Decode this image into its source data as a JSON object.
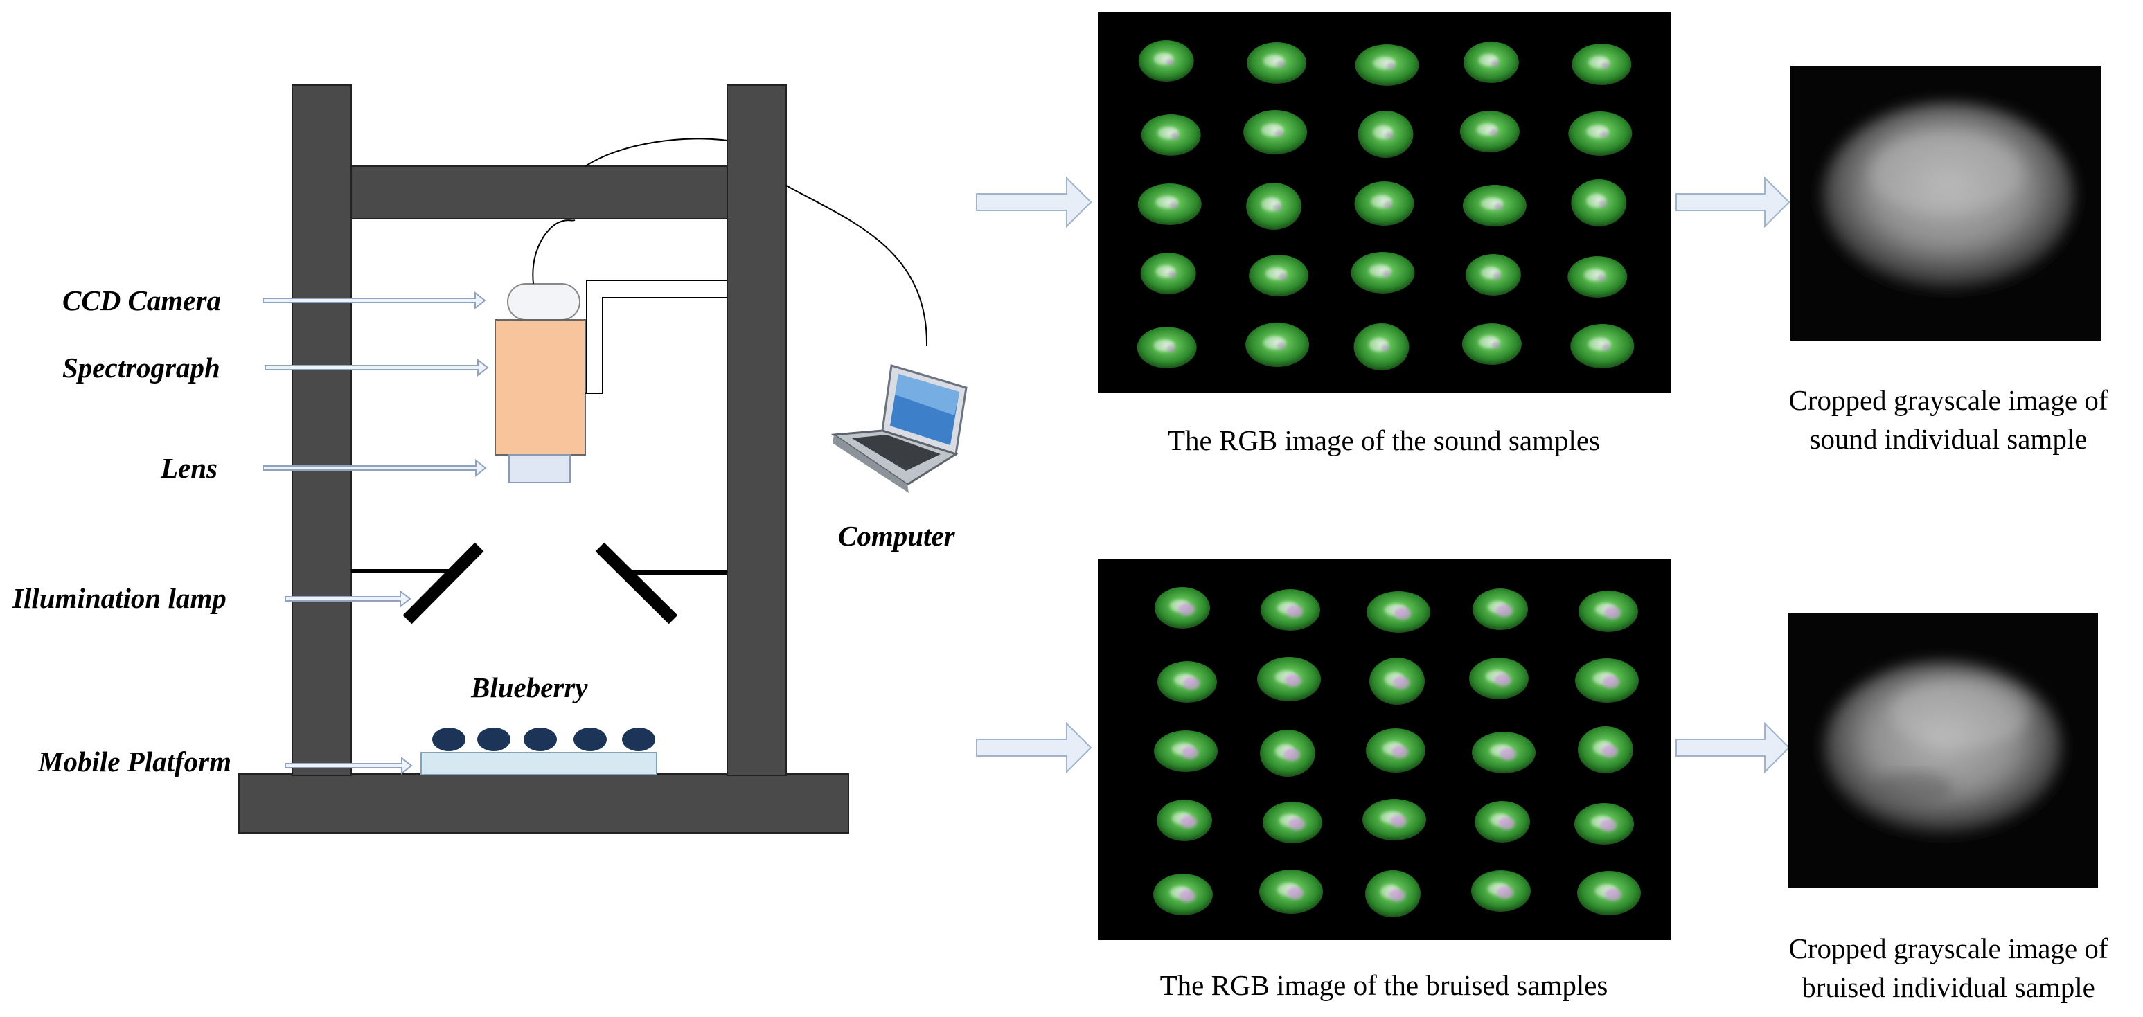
{
  "labels": {
    "ccd_camera": "CCD Camera",
    "spectrograph": "Spectrograph",
    "lens": "Lens",
    "illumination_lamp": "Illumination lamp",
    "mobile_platform": "Mobile Platform",
    "blueberry": "Blueberry",
    "computer": "Computer"
  },
  "captions": {
    "rgb_sound": "The RGB image of the sound samples",
    "rgb_bruised": "The RGB image of the bruised samples",
    "gray_sound_line1": "Cropped grayscale image of",
    "gray_sound_line2": "sound individual sample",
    "gray_bruised_line1": "Cropped grayscale image of",
    "gray_bruised_line2": "bruised individual sample"
  },
  "sample_grid": {
    "rows": 5,
    "cols": 5
  },
  "colors": {
    "frame": "#4a4a4a",
    "spectrograph": "#f8c49c",
    "lens": "#dfe7f5",
    "platform": "#d6e9f2",
    "blueberry": "#1c3458",
    "arrow_fill": "#e8eef8",
    "arrow_stroke": "#9fb3cc",
    "berry_green": "#3fa03a",
    "sample_bg": "#000000"
  }
}
